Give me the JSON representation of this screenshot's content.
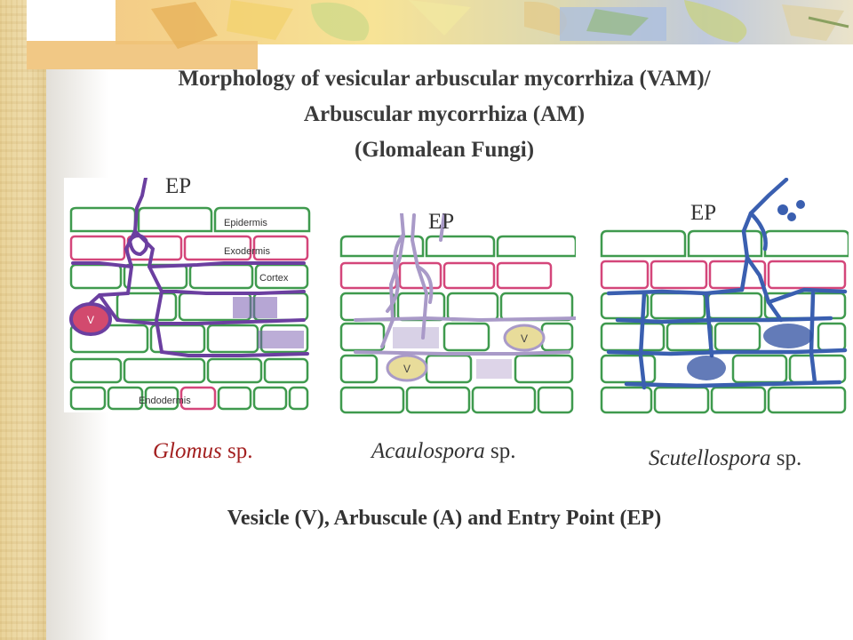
{
  "title": {
    "line1": "Morphology of vesicular arbuscular mycorrhiza (VAM)/",
    "line2": "Arbuscular mycorrhiza (AM)",
    "line3": "(Glomalean Fungi)"
  },
  "panels": [
    {
      "id": "glomus",
      "ep_label": "EP",
      "caption_genus": "Glomus",
      "caption_suffix": " sp.",
      "labels": {
        "epidermis": "Epidermis",
        "exodermis": "Exodermis",
        "cortex": "Cortex",
        "endodermis": "Endodermis",
        "vesicle": "V"
      },
      "hypha_color": "#6b3fa0"
    },
    {
      "id": "acaulospora",
      "ep_label": "EP",
      "caption_genus": "Acaulospora",
      "caption_suffix": " sp.",
      "labels": {
        "vesicle": "V"
      },
      "hypha_color": "#a99ac8"
    },
    {
      "id": "scutellospora",
      "ep_label": "EP",
      "caption_genus": "Scutellospora",
      "caption_suffix": " sp.",
      "labels": {},
      "hypha_color": "#3a5fb0"
    }
  ],
  "bottom_caption": "Vesicle (V), Arbuscule (A) and Entry Point (EP)",
  "colors": {
    "cell_green": "#3f9a4e",
    "cell_pink": "#d4467a",
    "glomus_caption": "#a32020"
  }
}
